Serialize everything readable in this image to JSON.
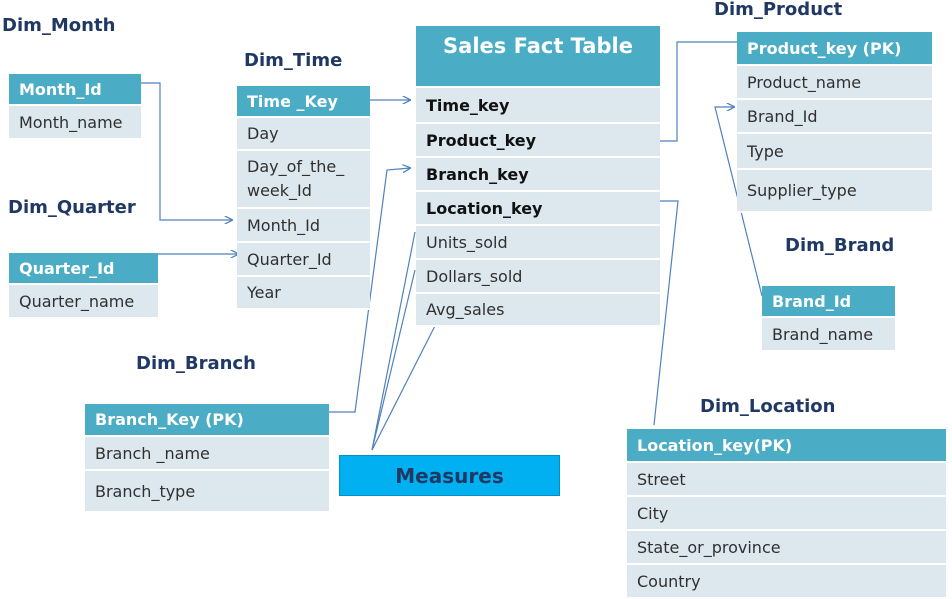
{
  "titles": {
    "dim_month": "Dim_Month",
    "dim_time": "Dim_Time",
    "dim_quarter": "Dim_Quarter",
    "dim_branch": "Dim_Branch",
    "dim_product": "Dim_Product",
    "dim_brand": "Dim_Brand",
    "dim_location": "Dim_Location"
  },
  "sales": {
    "title": "Sales Fact Table",
    "rows": [
      "Time_key",
      "Product_key",
      "Branch_key",
      "Location_key",
      "Units_sold",
      "Dollars_sold",
      "Avg_sales"
    ]
  },
  "month": {
    "header": "Month_Id",
    "rows": [
      "Month_name"
    ]
  },
  "time": {
    "header": "Time _Key",
    "rows": [
      "Day",
      "Day_of_the_ week_Id",
      "Month_Id",
      "Quarter_Id",
      "Year"
    ]
  },
  "quarter": {
    "header": "Quarter_Id",
    "rows": [
      "Quarter_name"
    ]
  },
  "branch": {
    "header": "Branch_Key (PK)",
    "rows": [
      "Branch _name",
      "Branch_type"
    ]
  },
  "product": {
    "header": "Product_key (PK)",
    "rows": [
      "Product_name",
      "Brand_Id",
      "Type",
      "Supplier_type"
    ]
  },
  "brand": {
    "header": "Brand_Id",
    "rows": [
      "Brand_name"
    ]
  },
  "location": {
    "header": "Location_key(PK)",
    "rows": [
      "Street",
      "City",
      "State_or_province",
      "Country"
    ]
  },
  "measures": {
    "label": "Measures"
  },
  "colors": {
    "header": "#4bacc6",
    "row": "#dde8ee",
    "title": "#1f3864",
    "measures": "#00b0f0",
    "line": "#4f81bd"
  }
}
